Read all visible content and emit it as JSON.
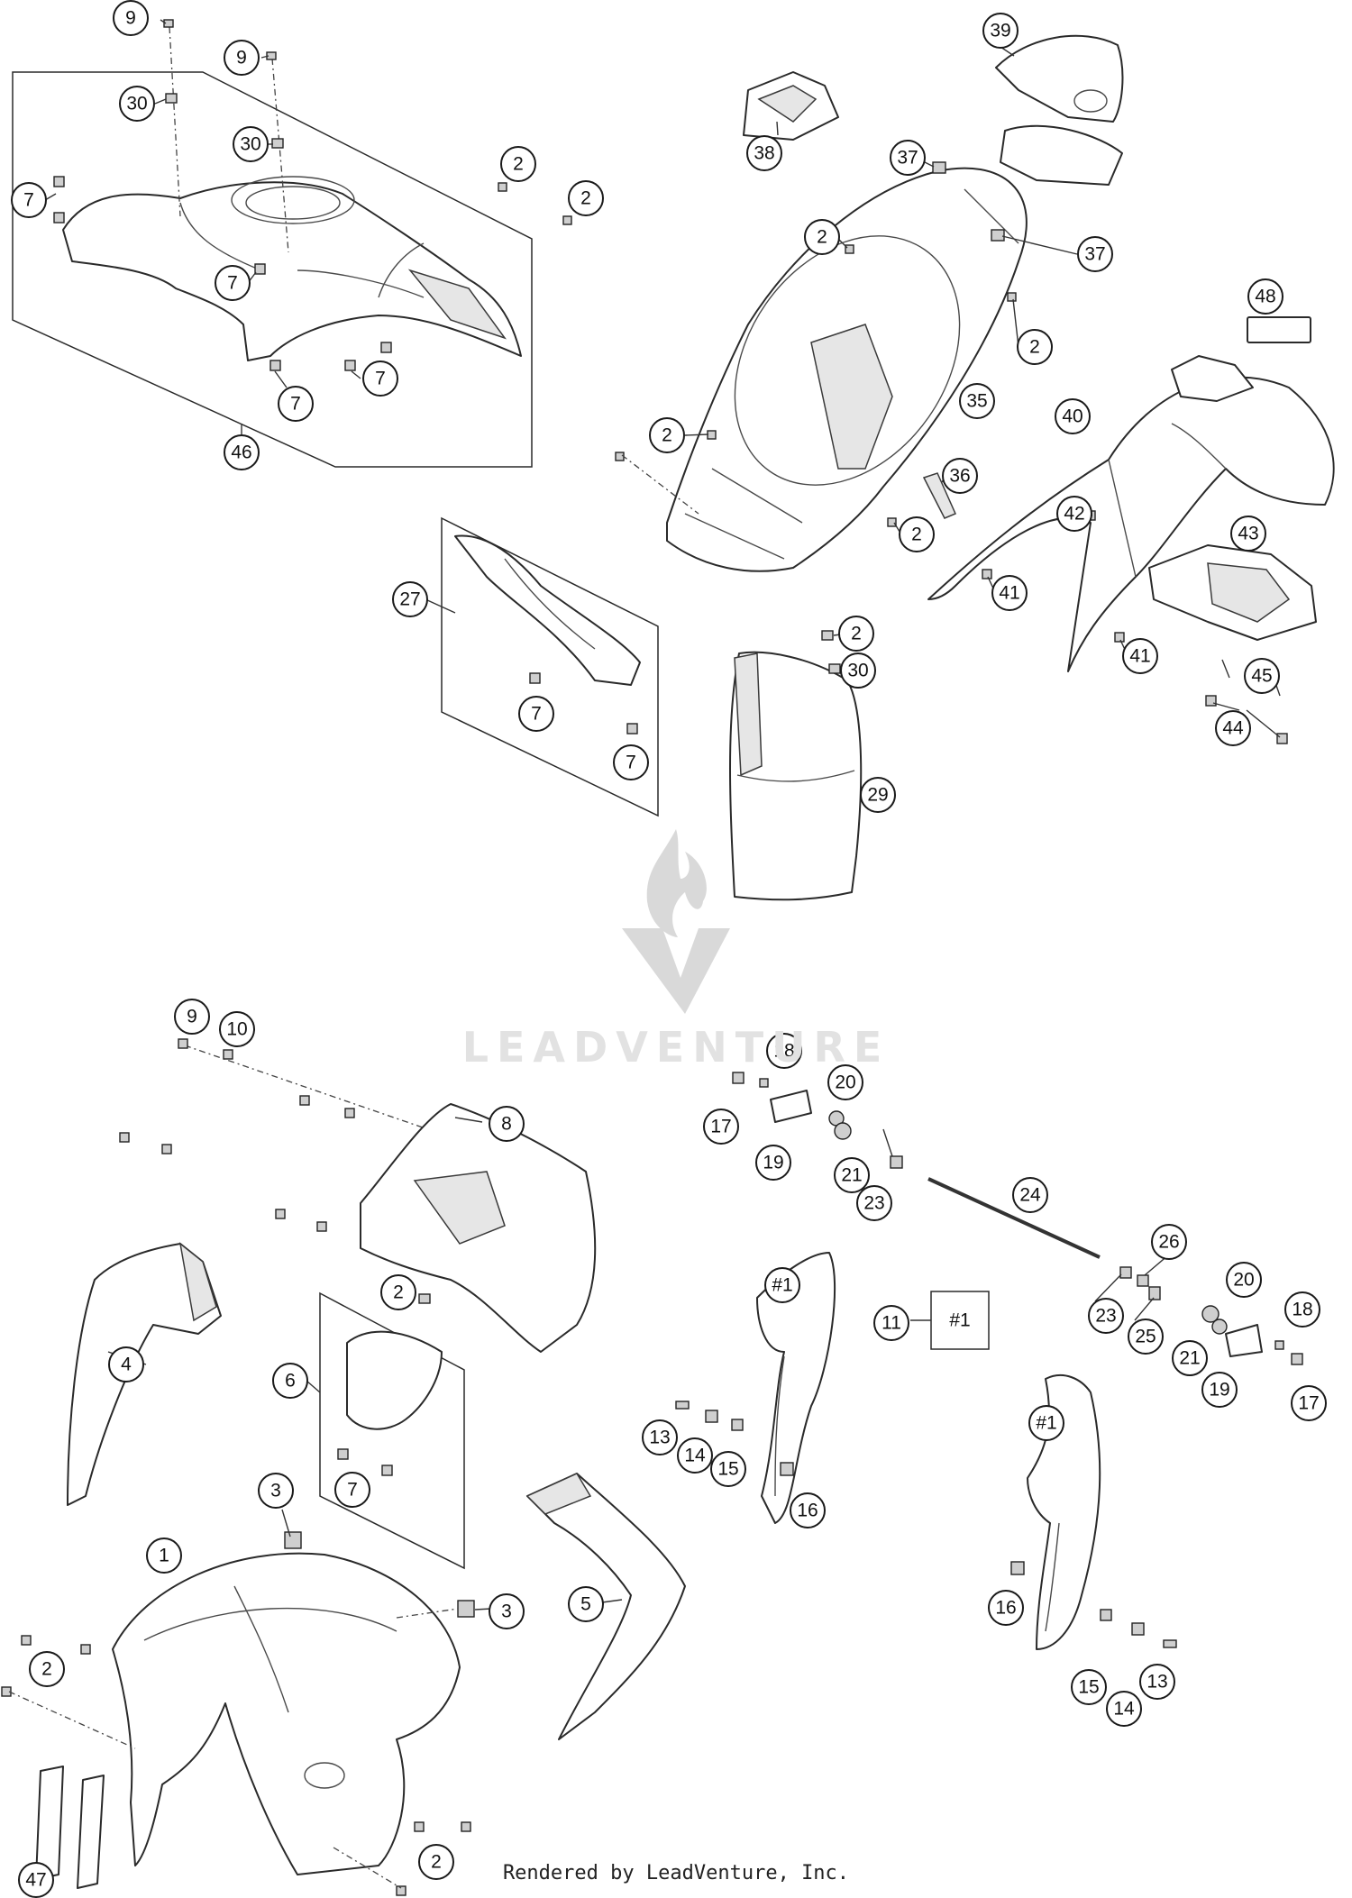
{
  "diagram": {
    "footer_text": "Rendered by LeadVenture, Inc.",
    "watermark_text": "LEADVENTURE",
    "callouts": [
      {
        "label": "9",
        "name": "callout-9-a"
      },
      {
        "label": "30",
        "name": "callout-30-a"
      },
      {
        "label": "9",
        "name": "callout-9-b"
      },
      {
        "label": "30",
        "name": "callout-30-b"
      },
      {
        "label": "7",
        "name": "callout-7-a"
      },
      {
        "label": "7",
        "name": "callout-7-b"
      },
      {
        "label": "7",
        "name": "callout-7-c"
      },
      {
        "label": "7",
        "name": "callout-7-d"
      },
      {
        "label": "2",
        "name": "callout-2-a"
      },
      {
        "label": "2",
        "name": "callout-2-b"
      },
      {
        "label": "46",
        "name": "callout-46"
      },
      {
        "label": "38",
        "name": "callout-38"
      },
      {
        "label": "39",
        "name": "callout-39"
      },
      {
        "label": "37",
        "name": "callout-37-a"
      },
      {
        "label": "37",
        "name": "callout-37-b"
      },
      {
        "label": "2",
        "name": "callout-2-c"
      },
      {
        "label": "2",
        "name": "callout-2-d"
      },
      {
        "label": "35",
        "name": "callout-35"
      },
      {
        "label": "2",
        "name": "callout-2-e"
      },
      {
        "label": "36",
        "name": "callout-36"
      },
      {
        "label": "2",
        "name": "callout-2-f"
      },
      {
        "label": "48",
        "name": "callout-48"
      },
      {
        "label": "40",
        "name": "callout-40"
      },
      {
        "label": "42",
        "name": "callout-42"
      },
      {
        "label": "43",
        "name": "callout-43"
      },
      {
        "label": "41",
        "name": "callout-41-a"
      },
      {
        "label": "41",
        "name": "callout-41-b"
      },
      {
        "label": "45",
        "name": "callout-45"
      },
      {
        "label": "44",
        "name": "callout-44"
      },
      {
        "label": "27",
        "name": "callout-27"
      },
      {
        "label": "7",
        "name": "callout-7-e"
      },
      {
        "label": "7",
        "name": "callout-7-f"
      },
      {
        "label": "2",
        "name": "callout-2-g"
      },
      {
        "label": "30",
        "name": "callout-30-c"
      },
      {
        "label": "29",
        "name": "callout-29"
      },
      {
        "label": "9",
        "name": "callout-9-c"
      },
      {
        "label": "10",
        "name": "callout-10"
      },
      {
        "label": "8",
        "name": "callout-8"
      },
      {
        "label": "2",
        "name": "callout-2-h"
      },
      {
        "label": "4",
        "name": "callout-4"
      },
      {
        "label": "6",
        "name": "callout-6"
      },
      {
        "label": "7",
        "name": "callout-7-g"
      },
      {
        "label": "3",
        "name": "callout-3-a"
      },
      {
        "label": "1",
        "name": "callout-1"
      },
      {
        "label": "3",
        "name": "callout-3-b"
      },
      {
        "label": "2",
        "name": "callout-2-i"
      },
      {
        "label": "5",
        "name": "callout-5"
      },
      {
        "label": "2",
        "name": "callout-2-j"
      },
      {
        "label": "47",
        "name": "callout-47"
      },
      {
        "label": "18",
        "name": "callout-18-a"
      },
      {
        "label": "17",
        "name": "callout-17-a"
      },
      {
        "label": "20",
        "name": "callout-20-a"
      },
      {
        "label": "19",
        "name": "callout-19-a"
      },
      {
        "label": "21",
        "name": "callout-21-a"
      },
      {
        "label": "23",
        "name": "callout-23-a"
      },
      {
        "label": "24",
        "name": "callout-24"
      },
      {
        "label": "#1",
        "name": "callout-h1-a"
      },
      {
        "label": "11",
        "name": "callout-11"
      },
      {
        "label": "#1",
        "name": "callout-h1-box"
      },
      {
        "label": "13",
        "name": "callout-13-a"
      },
      {
        "label": "14",
        "name": "callout-14-a"
      },
      {
        "label": "15",
        "name": "callout-15-a"
      },
      {
        "label": "16",
        "name": "callout-16-a"
      },
      {
        "label": "26",
        "name": "callout-26"
      },
      {
        "label": "23",
        "name": "callout-23-b"
      },
      {
        "label": "25",
        "name": "callout-25"
      },
      {
        "label": "20",
        "name": "callout-20-b"
      },
      {
        "label": "21",
        "name": "callout-21-b"
      },
      {
        "label": "19",
        "name": "callout-19-b"
      },
      {
        "label": "18",
        "name": "callout-18-b"
      },
      {
        "label": "17",
        "name": "callout-17-b"
      },
      {
        "label": "#1",
        "name": "callout-h1-b"
      },
      {
        "label": "16",
        "name": "callout-16-b"
      },
      {
        "label": "15",
        "name": "callout-15-b"
      },
      {
        "label": "14",
        "name": "callout-14-b"
      },
      {
        "label": "13",
        "name": "callout-13-b"
      }
    ]
  }
}
